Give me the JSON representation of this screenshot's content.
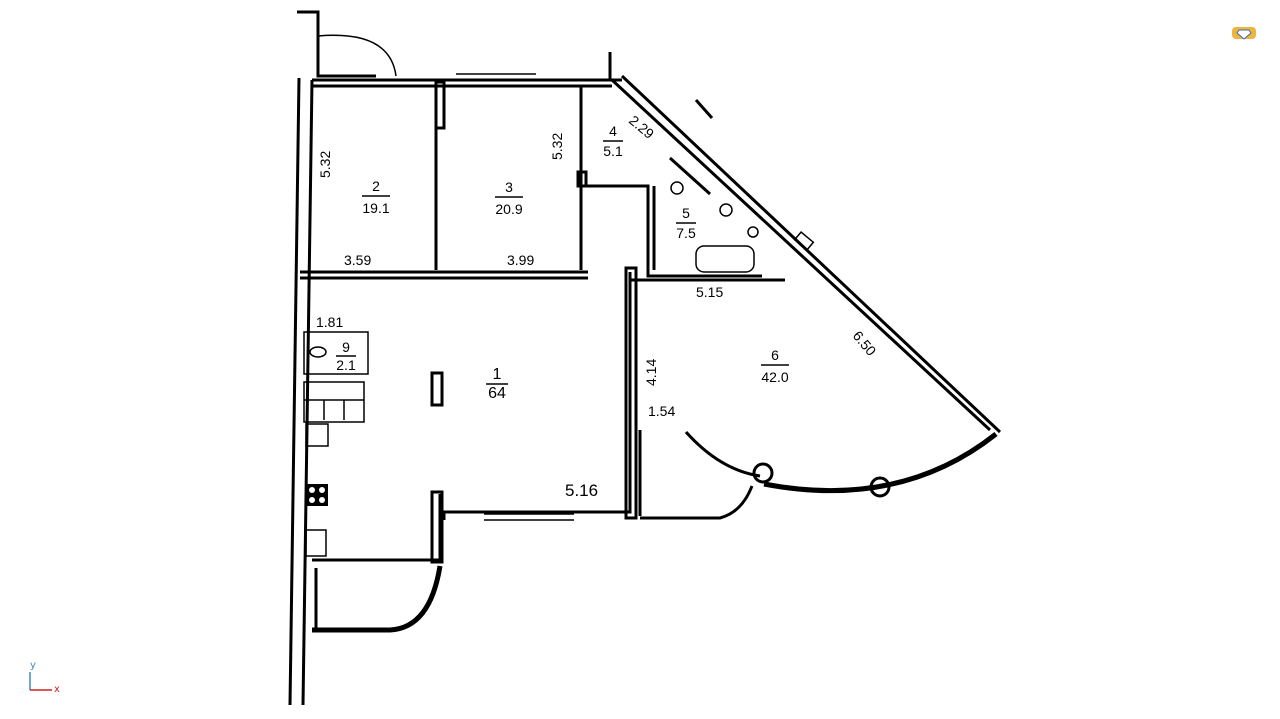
{
  "rooms": [
    {
      "id": "1",
      "area": "64"
    },
    {
      "id": "2",
      "area": "19.1"
    },
    {
      "id": "3",
      "area": "20.9"
    },
    {
      "id": "4",
      "area": "5.1"
    },
    {
      "id": "5",
      "area": "7.5"
    },
    {
      "id": "6",
      "area": "42.0"
    },
    {
      "id": "9",
      "area": "2.1"
    }
  ],
  "dimensions": {
    "room2_height": "5.32",
    "room2_width": "3.59",
    "room3_height": "5.32",
    "room3_width": "3.99",
    "room4_diag": "2.29",
    "room6_width": "5.15",
    "room6_diag": "6.50",
    "room6_height": "4.14",
    "balcony_width": "1.54",
    "room9_width": "1.81",
    "room1_width": "5.16"
  },
  "axis": {
    "x_label": "x",
    "y_label": "y"
  },
  "icons": {
    "logo": "diamond-logo-icon",
    "axis": "xy-axis-icon"
  },
  "colors": {
    "wall": "#000000",
    "axis_x": "#d02020",
    "axis_y": "#3a8fb5",
    "logo": "#f0b43c"
  }
}
